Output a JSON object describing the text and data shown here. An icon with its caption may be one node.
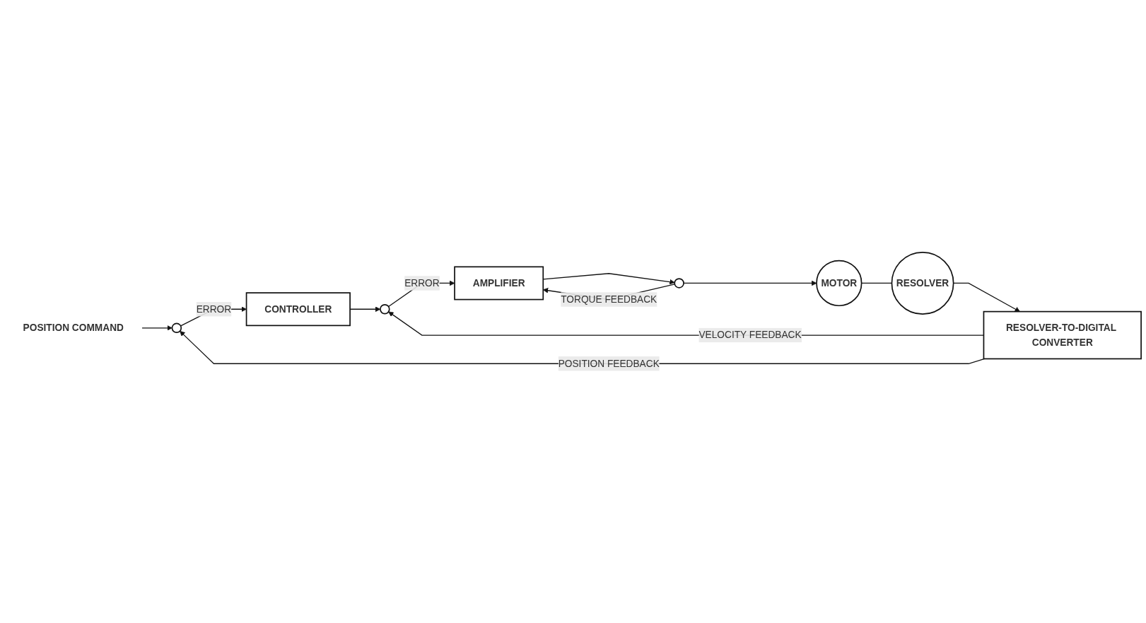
{
  "diagram": {
    "nodes": [
      {
        "text": [
          "POSITION COMMAND"
        ]
      },
      {
        "text": [],
        "shape": "circle"
      },
      {
        "text": [
          "CONTROLLER"
        ]
      },
      {
        "text": [],
        "shape": "circle"
      },
      {
        "text": [
          "AMPLIFIER"
        ]
      },
      {
        "text": [],
        "shape": "circle"
      },
      {
        "text": [
          "MOTOR"
        ]
      },
      {
        "text": [
          "RESOLVER"
        ]
      },
      {
        "text": [
          "RESOLVER-TO-DIGITAL CONVERTER"
        ]
      }
    ],
    "edges": [
      {
        "from": 0,
        "to": 1,
        "arrow": "to"
      },
      {
        "from": 1,
        "to": 2,
        "arrow": "to",
        "label": "ERROR"
      },
      {
        "from": 2,
        "to": 3,
        "arrow": "to"
      },
      {
        "from": 3,
        "to": 4,
        "arrow": "to",
        "label": "ERROR"
      },
      {
        "from": 4,
        "to": 5,
        "arrow": "to"
      },
      {
        "from": 5,
        "to": 6,
        "arrow": "to"
      },
      {
        "from": 5,
        "to": 4,
        "arrow": "to",
        "label": "TORQUE FEEDBACK"
      },
      {
        "from": 6,
        "to": 7,
        "arrow": "none"
      },
      {
        "from": 7,
        "to": 8,
        "arrow": "to"
      },
      {
        "from": 8,
        "to": 1,
        "arrow": "to",
        "label": "POSITION FEEDBACK"
      },
      {
        "from": 8,
        "to": 3,
        "arrow": "to",
        "label": "VELOCITY FEEDBACK"
      }
    ]
  }
}
